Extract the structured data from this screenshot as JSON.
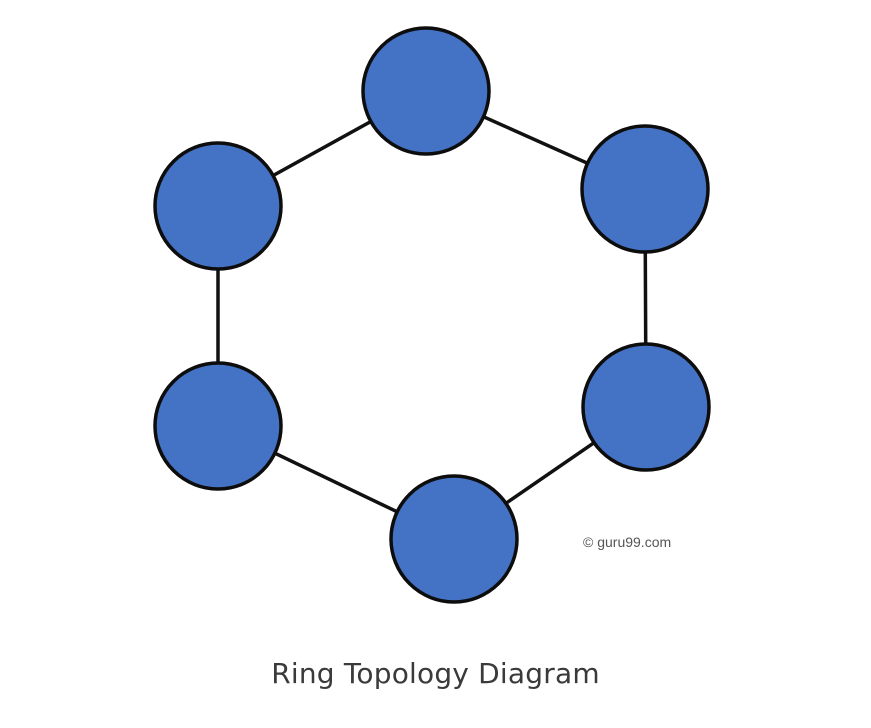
{
  "diagram": {
    "caption": "Ring Topology Diagram",
    "watermark": "© guru99.com",
    "colors": {
      "node_fill": "#4472c4",
      "node_stroke": "#0d0d0d",
      "link_stroke": "#111111",
      "watermark": "#555555",
      "caption": "#3a3a3a"
    },
    "nodes": [
      {
        "id": "node-top"
      },
      {
        "id": "node-upper-right"
      },
      {
        "id": "node-lower-right"
      },
      {
        "id": "node-bottom"
      },
      {
        "id": "node-lower-left"
      },
      {
        "id": "node-upper-left"
      }
    ],
    "links": [
      {
        "from": "node-top",
        "to": "node-upper-right"
      },
      {
        "from": "node-upper-right",
        "to": "node-lower-right"
      },
      {
        "from": "node-lower-right",
        "to": "node-bottom"
      },
      {
        "from": "node-bottom",
        "to": "node-lower-left"
      },
      {
        "from": "node-lower-left",
        "to": "node-upper-left"
      },
      {
        "from": "node-upper-left",
        "to": "node-top"
      }
    ]
  }
}
